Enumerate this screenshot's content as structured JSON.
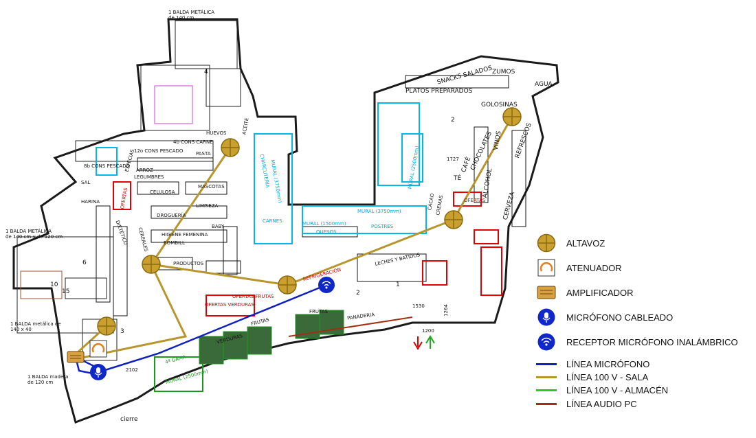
{
  "notes": {
    "balda_top": [
      "1 BALDA METÁLICA",
      "de 140 cm"
    ],
    "balda_left1": [
      "1 BALDA METÁLICA",
      "de 140 cm y de 120 cm"
    ],
    "balda_left2": [
      "1 BALDA metálica de",
      "140 x 40"
    ],
    "balda_left3": [
      "1 BALDA madera",
      "de 120 cm"
    ]
  },
  "sections": {
    "zumos": "ZUMOS",
    "agua": "AGUA",
    "snacks": "SNACKS SALADOS",
    "platos": "PLATOS PREPARADOS",
    "golosinas": "GOLOSINAS",
    "chocolates": "CHOCOLATES",
    "vinos": "VINOS",
    "refrescos": "REFRESCOS",
    "cafe": "CAFÉ",
    "te": "TÉ",
    "alcohol": "ALCOHOL",
    "cerveza": "CERVEZA",
    "ofertas_right": "OFERTAS",
    "cacao": "CACAO",
    "cremas": "CREMAS",
    "mural_3750": "MURAL (3750mm)",
    "mural_2500": "MURAL (2500mm)",
    "mural_3750_b": "MURAL (3750mm)",
    "mural_1500": "MURAL (1500mm)",
    "quesos": "QUESOS",
    "postres": "POSTRES",
    "leches": "LECHES Y BATIDOS",
    "refrigeracion": "REFRIGERACIÓN",
    "panaderia": "PANADERIA",
    "frutas": "FRUTAS",
    "frutas2": "FRUTAS",
    "verduras": "VERDURAS",
    "ofertas_verduras": "OFERTAS VERDURAS",
    "ofertas_frutas": "OFERTAS FRUTAS",
    "cuarta_gama": "4ª GAMA",
    "mural_green": "MURAL (2500mm)",
    "aceite": "ACEITE",
    "charcuteria": "CHARCUTERÍA",
    "carnes": "CARNES",
    "pasta": "PASTA",
    "arroz": "ARROZ",
    "legumbres": "LEGUMBRES",
    "mascotas": "MASCOTAS",
    "celulosa": "CELULOSA",
    "drogueria": "DROGUERÍA",
    "limpieza": "LIMPIEZA",
    "baby": "BABY",
    "higiene": "HIGIENE FEMENINA",
    "bombill": "BOMBILL",
    "cereales": "CEREALES",
    "productos": "PRODUCTOS",
    "especias": "ESPECIAS",
    "sal": "SAL",
    "harina": "HARINA",
    "dietico": "DIETÉTICO",
    "ofertas_left": "OFERTAS",
    "conserva_pescado": "12o CONS PESCADO",
    "conserva_carne": "4b CONS CARNE",
    "huevos": "HUEVOS",
    "conserva_pescado2": "8b CONS PESCADO",
    "cierre": "cierre",
    "dim_2102": "2102",
    "dim_1727": "1727",
    "dim_1530": "1530",
    "dim_1200": "1200",
    "dim_1264": "1264"
  },
  "room_numbers": [
    "2",
    "1",
    "2",
    "3",
    "4",
    "6",
    "10",
    "15"
  ],
  "legend": {
    "items": [
      {
        "label": "ALTAVOZ",
        "icon": "speaker-icon"
      },
      {
        "label": "ATENUADOR",
        "icon": "attenuator-icon"
      },
      {
        "label": "AMPLIFICADOR",
        "icon": "amplifier-icon"
      },
      {
        "label": "MICRÓFONO CABLEADO",
        "icon": "wired-microphone-icon"
      },
      {
        "label": "RECEPTOR MICRÓFONO INALÁMBRICO",
        "icon": "wireless-receiver-icon"
      }
    ],
    "lines": [
      {
        "label": "LÍNEA MICRÓFONO",
        "color": "#1020c0"
      },
      {
        "label": "LÍNEA 100 V - SALA",
        "color": "#b8962e"
      },
      {
        "label": "LÍNEA 100 V - ALMACÉN",
        "color": "#22cc22"
      },
      {
        "label": "LÍNEA AUDIO PC",
        "color": "#a03010"
      }
    ]
  },
  "colors": {
    "speaker": "#c9a030",
    "mic_line": "#1020c0",
    "line_100v_sala": "#b8962e",
    "walls": "#1a1a1a",
    "cyan_fixtures": "#00b8e8",
    "red_fixtures": "#e00000",
    "green_fixtures": "#1a9a1a"
  }
}
